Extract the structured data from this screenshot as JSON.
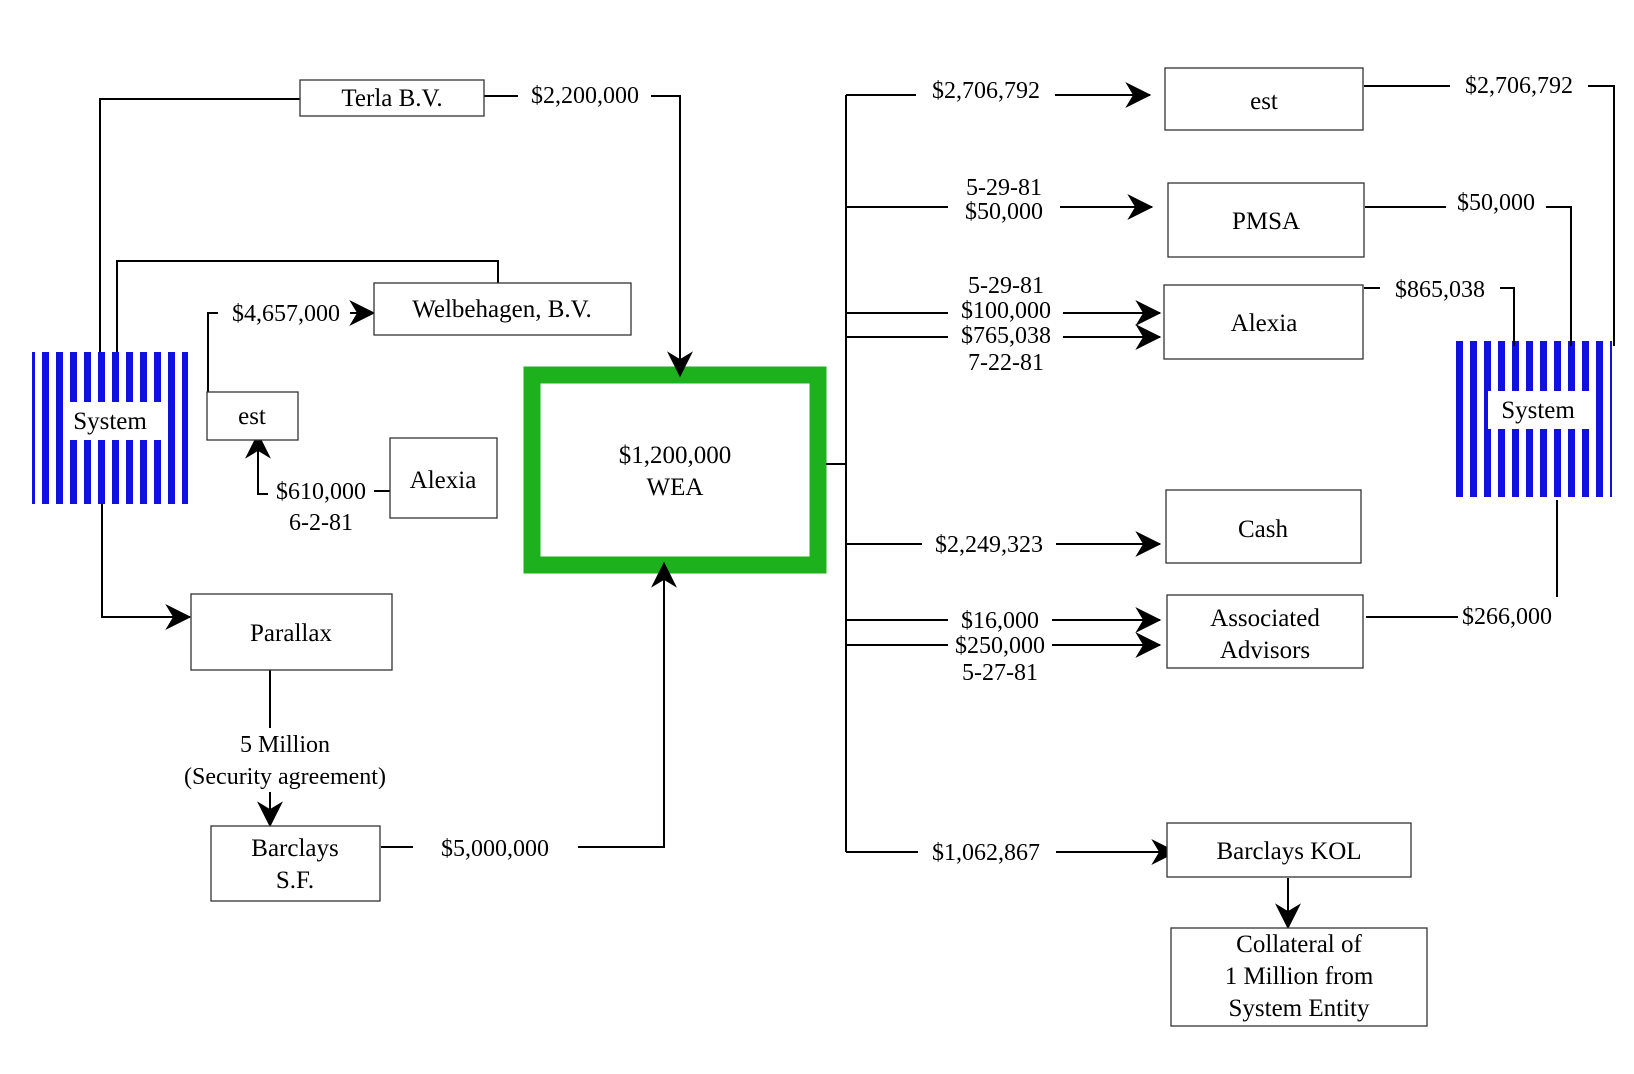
{
  "colors": {
    "center_border": "#1db21d",
    "stripe": "#1010e0"
  },
  "entities": {
    "system_left": "System",
    "system_right": "System",
    "terla": "Terla B.V.",
    "welbehagen": "Welbehagen, B.V.",
    "est_left": "est",
    "alexia_left": "Alexia",
    "parallax": "Parallax",
    "barclays_sf": [
      "Barclays",
      "S.F."
    ],
    "center": [
      "$1,200,000",
      "WEA"
    ],
    "est_right": "est",
    "pmsa": "PMSA",
    "alexia_right": "Alexia",
    "cash": "Cash",
    "associated_advisors": [
      "Associated",
      "Advisors"
    ],
    "barclays_kol": "Barclays KOL",
    "collateral": [
      "Collateral of",
      "1 Million from",
      "System Entity"
    ]
  },
  "flows": {
    "terla_amount": "$2,200,000",
    "welbehagen_amount": "$4,657,000",
    "alexia_est_amount": "$610,000",
    "alexia_est_date": "6-2-81",
    "parallax_barclays": [
      "5 Million",
      "(Security agreement)"
    ],
    "barclays_wea_amount": "$5,000,000",
    "est_in": "$2,706,792",
    "pmsa_in": [
      "5-29-81",
      "$50,000"
    ],
    "alexia_in": [
      "5-29-81",
      "$100,000",
      "$765,038",
      "7-22-81"
    ],
    "cash_in": "$2,249,323",
    "advisors_in": [
      "$16,000",
      "$250,000",
      "5-27-81"
    ],
    "barclays_kol_in": "$1,062,867",
    "est_out": "$2,706,792",
    "pmsa_out": "$50,000",
    "alexia_out": "$865,038",
    "advisors_out": "$266,000"
  }
}
